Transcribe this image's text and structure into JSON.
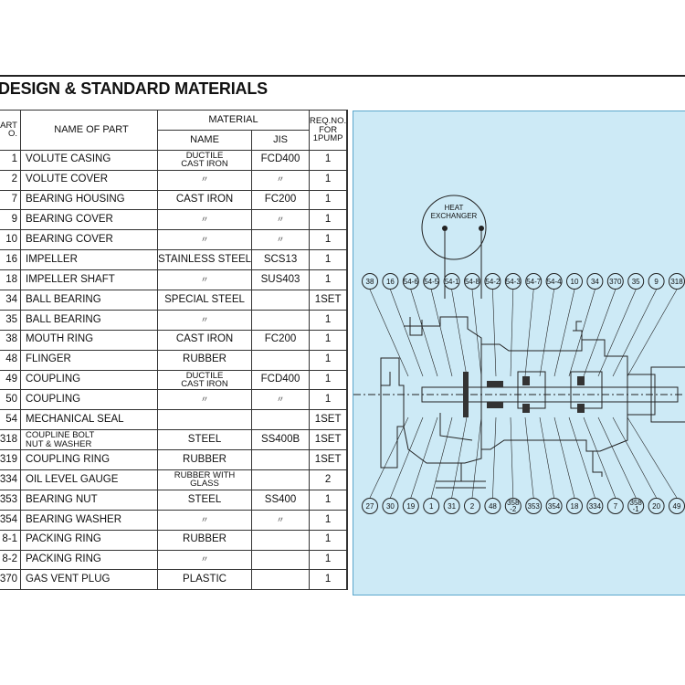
{
  "heading": "DESIGN & STANDARD MATERIALS",
  "table": {
    "head": {
      "part_no": "PART\nNO.",
      "part_no_l1": "ART",
      "part_no_l2": "O.",
      "name_of_part": "NAME OF PART",
      "material": "MATERIAL",
      "name": "NAME",
      "jis": "JIS",
      "req_l1": "REQ.NO.",
      "req_l2": "FOR",
      "req_l3": "1PUMP"
    },
    "ditto_mark": "〃",
    "rows": [
      {
        "no": "1",
        "name": "VOLUTE CASING",
        "mat1": "DUCTILE",
        "mat2": "CAST IRON",
        "jis": "FCD400",
        "req": "1"
      },
      {
        "no": "2",
        "name": "VOLUTE COVER",
        "mat1": "〃",
        "mat2": "",
        "jis": "〃",
        "req": "1"
      },
      {
        "no": "7",
        "name": "BEARING HOUSING",
        "mat1": "CAST IRON",
        "mat2": "",
        "jis": "FC200",
        "req": "1"
      },
      {
        "no": "9",
        "name": "BEARING COVER",
        "mat1": "〃",
        "mat2": "",
        "jis": "〃",
        "req": "1"
      },
      {
        "no": "10",
        "name": "BEARING COVER",
        "mat1": "〃",
        "mat2": "",
        "jis": "〃",
        "req": "1"
      },
      {
        "no": "16",
        "name": "IMPELLER",
        "mat1": "STAINLESS STEEL",
        "mat2": "",
        "jis": "SCS13",
        "req": "1"
      },
      {
        "no": "18",
        "name": "IMPELLER SHAFT",
        "mat1": "〃",
        "mat2": "",
        "jis": "SUS403",
        "req": "1"
      },
      {
        "no": "34",
        "name": "BALL BEARING",
        "mat1": "SPECIAL STEEL",
        "mat2": "",
        "jis": "",
        "req": "1SET"
      },
      {
        "no": "35",
        "name": "BALL BEARING",
        "mat1": "〃",
        "mat2": "",
        "jis": "",
        "req": "1"
      },
      {
        "no": "38",
        "name": "MOUTH RING",
        "mat1": "CAST IRON",
        "mat2": "",
        "jis": "FC200",
        "req": "1"
      },
      {
        "no": "48",
        "name": "FLINGER",
        "mat1": "RUBBER",
        "mat2": "",
        "jis": "",
        "req": "1"
      },
      {
        "no": "49",
        "name": "COUPLING",
        "mat1": "DUCTILE",
        "mat2": "CAST IRON",
        "jis": "FCD400",
        "req": "1"
      },
      {
        "no": "50",
        "name": "COUPLING",
        "mat1": "〃",
        "mat2": "",
        "jis": "〃",
        "req": "1"
      },
      {
        "no": "54",
        "name": "MECHANICAL SEAL",
        "mat1": "",
        "mat2": "",
        "jis": "",
        "req": "1SET"
      },
      {
        "no": "318",
        "name": "COUPLINE BOLT",
        "name2": "NUT & WASHER",
        "mat1": "STEEL",
        "mat2": "",
        "jis": "SS400B",
        "req": "1SET"
      },
      {
        "no": "319",
        "name": "COUPLING RING",
        "mat1": "RUBBER",
        "mat2": "",
        "jis": "",
        "req": "1SET"
      },
      {
        "no": "334",
        "name": "OIL LEVEL GAUGE",
        "mat1": "RUBBER WITH",
        "mat2": "GLASS",
        "jis": "",
        "req": "2"
      },
      {
        "no": "353",
        "name": "BEARING NUT",
        "mat1": "STEEL",
        "mat2": "",
        "jis": "SS400",
        "req": "1"
      },
      {
        "no": "354",
        "name": "BEARING WASHER",
        "mat1": "〃",
        "mat2": "",
        "jis": "〃",
        "req": "1"
      },
      {
        "no": "8-1",
        "name": "PACKING RING",
        "mat1": "RUBBER",
        "mat2": "",
        "jis": "",
        "req": "1"
      },
      {
        "no": "8-2",
        "name": "PACKING RING",
        "mat1": "〃",
        "mat2": "",
        "jis": "",
        "req": "1"
      },
      {
        "no": "370",
        "name": "GAS VENT PLUG",
        "mat1": "PLASTIC",
        "mat2": "",
        "jis": "",
        "req": "1"
      }
    ]
  },
  "drawing": {
    "heat_exchanger_l1": "HEAT",
    "heat_exchanger_l2": "EXCHANGER",
    "top_callouts": [
      "38",
      "16",
      "54-6",
      "54-5",
      "54-1",
      "54-8",
      "54-2",
      "54-3",
      "54-7",
      "54-4",
      "10",
      "34",
      "370",
      "35",
      "9",
      "318"
    ],
    "bottom_callouts": [
      "27",
      "30",
      "19",
      "1",
      "31",
      "2",
      "48",
      "358\n-2",
      "353",
      "354",
      "18",
      "334",
      "7",
      "358\n-1",
      "20",
      "49"
    ],
    "background_color": "#cdeaf6",
    "line_color": "#222222"
  }
}
